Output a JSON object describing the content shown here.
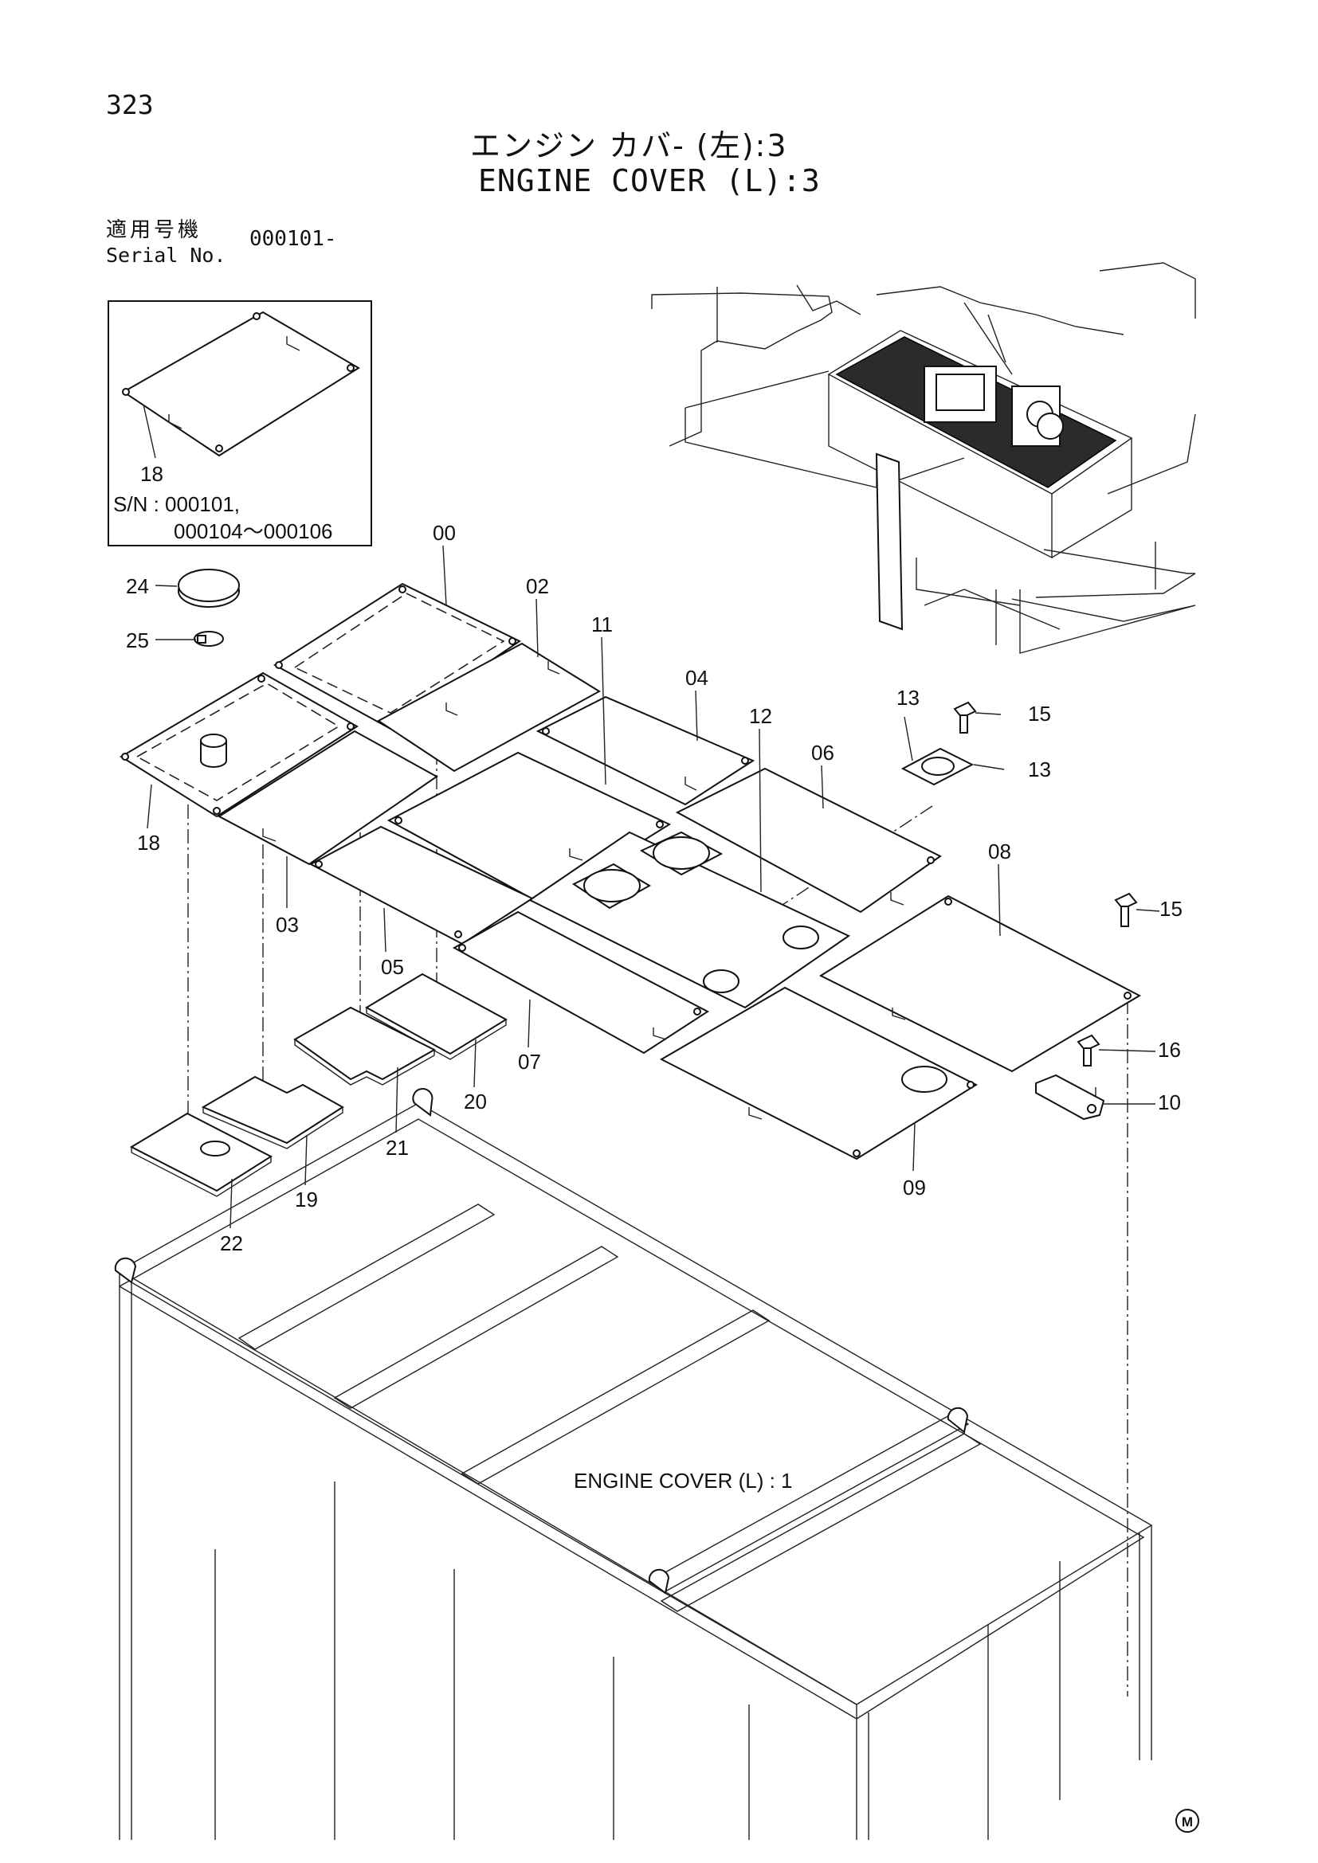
{
  "header": {
    "page_number": "323",
    "title_jp": "エンジン カバ- (左):3",
    "title_en": "ENGINE COVER (L):3"
  },
  "serial": {
    "label_jp": "適用号機",
    "label_en": "Serial No.",
    "value": "000101-"
  },
  "inset": {
    "part_label": "18",
    "sn_line1": "S/N : 000101,",
    "sn_line2": "000104～000106"
  },
  "callouts": {
    "p00": "00",
    "p02": "02",
    "p03": "03",
    "p04": "04",
    "p05": "05",
    "p06": "06",
    "p07": "07",
    "p08": "08",
    "p09": "09",
    "p10": "10",
    "p11": "11",
    "p12": "12",
    "p13a": "13",
    "p13b": "13",
    "p15a": "15",
    "p15b": "15",
    "p16": "16",
    "p18": "18",
    "p19": "19",
    "p20": "20",
    "p21": "21",
    "p22": "22",
    "p24": "24",
    "p25": "25"
  },
  "frame_caption": "ENGINE COVER (L) : 1",
  "mark": "M"
}
